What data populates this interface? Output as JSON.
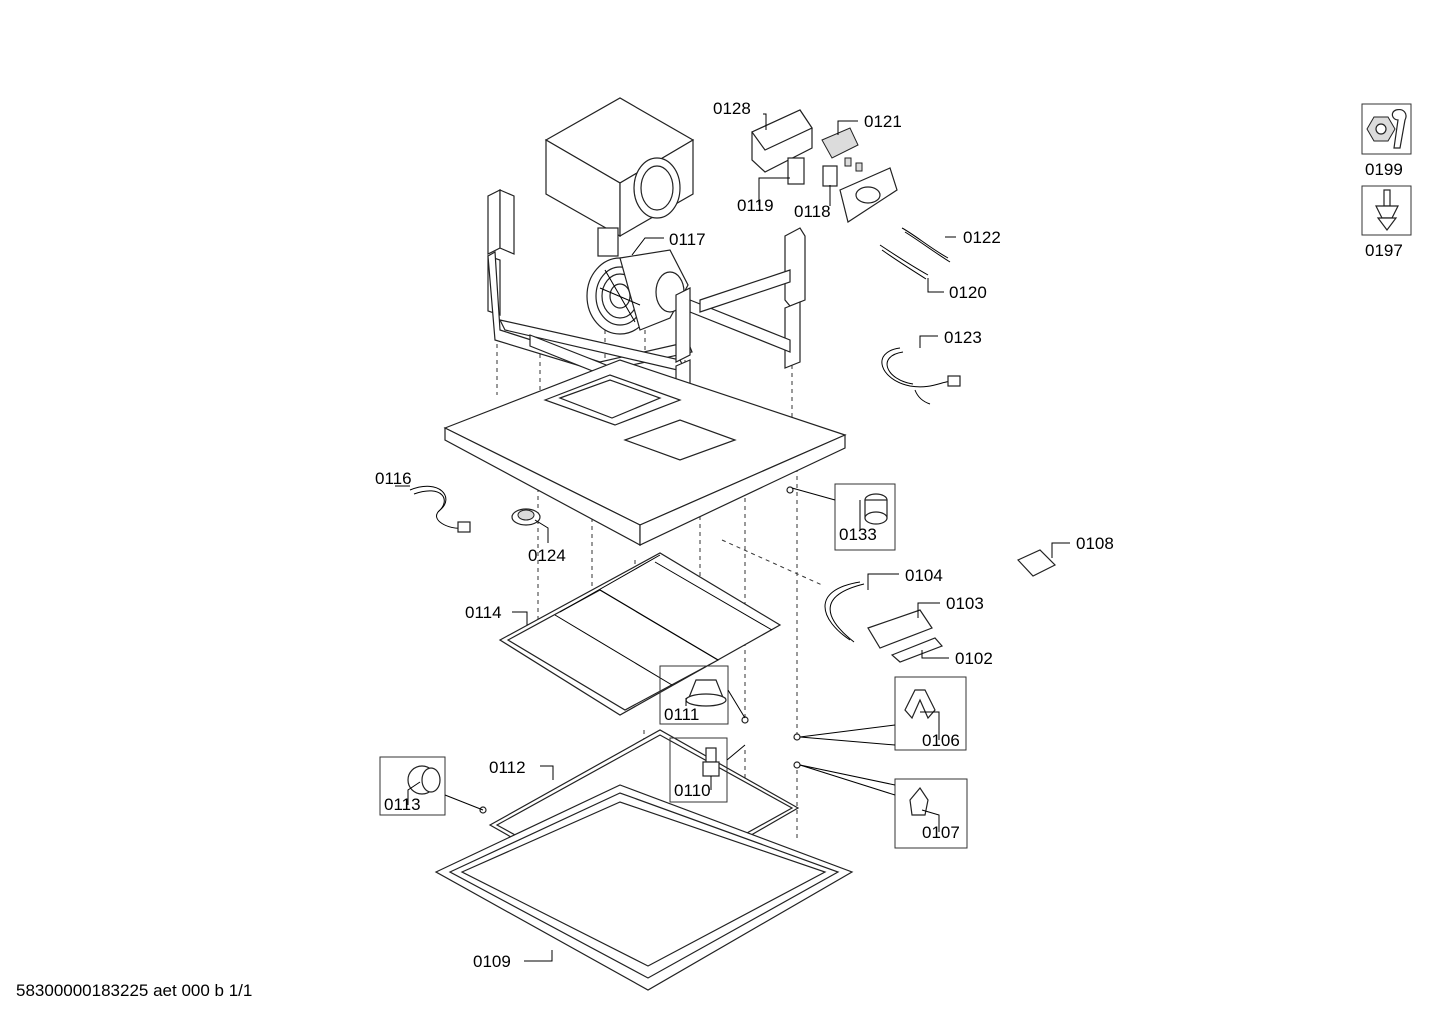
{
  "parts": {
    "p0128": "0128",
    "p0121": "0121",
    "p0119": "0119",
    "p0118": "0118",
    "p0117": "0117",
    "p0122": "0122",
    "p0120": "0120",
    "p0123": "0123",
    "p0116": "0116",
    "p0124": "0124",
    "p0133": "0133",
    "p0108": "0108",
    "p0104": "0104",
    "p0103": "0103",
    "p0102": "0102",
    "p0114": "0114",
    "p0111": "0111",
    "p0106": "0106",
    "p0112": "0112",
    "p0110": "0110",
    "p0113": "0113",
    "p0107": "0107",
    "p0109": "0109",
    "p0199": "0199",
    "p0197": "0197"
  },
  "icons": {
    "tool_1": "wrench-nut-icon",
    "tool_2": "screwdriver-icon"
  },
  "footer": {
    "doc_code": "58300000183225 aet 000 b 1/1"
  }
}
